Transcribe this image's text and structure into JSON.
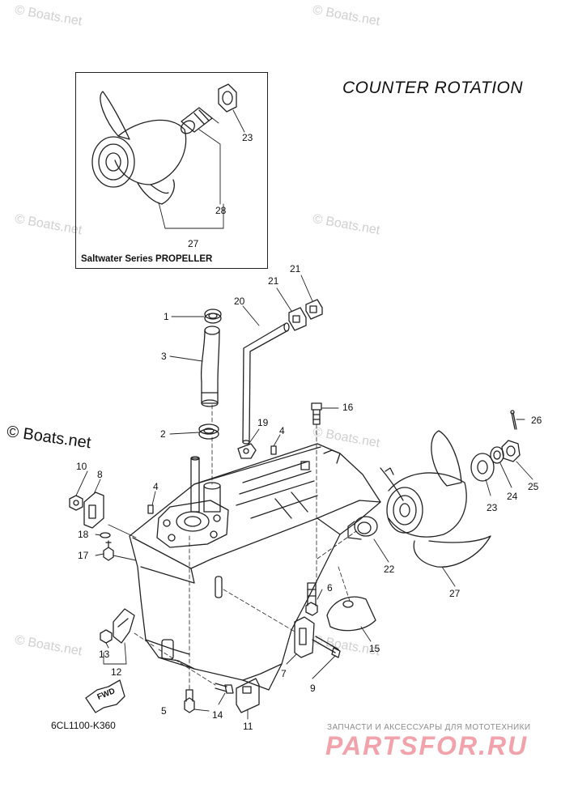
{
  "watermarks": [
    "© Boats.net",
    "© Boats.net",
    "© Boats.net",
    "© Boats.net",
    "© Boats.net",
    "© Boats.net",
    "© Boats.net",
    "© Boats.net"
  ],
  "watermark_main": "© Boats.net",
  "title": "COUNTER  ROTATION",
  "inset_caption": "Saltwater Series PROPELLER",
  "diagram_code": "6CL1100-K360",
  "fwd_label": "FWD",
  "brand_tagline": "ЗАПЧАСТИ И АКСЕССУАРЫ ДЛЯ МОТОТЕХНИКИ",
  "brand_name": "PARTSFOR.RU",
  "callouts": {
    "c1": "1",
    "c2": "2",
    "c3": "3",
    "c4a": "4",
    "c4b": "4",
    "c5": "5",
    "c6": "6",
    "c7": "7",
    "c8": "8",
    "c9": "9",
    "c10": "10",
    "c11": "11",
    "c12": "12",
    "c13": "13",
    "c14": "14",
    "c15": "15",
    "c16": "16",
    "c17": "17",
    "c18": "18",
    "c19": "19",
    "c20": "20",
    "c21a": "21",
    "c21b": "21",
    "c22": "22",
    "c23a": "23",
    "c23b": "23",
    "c24": "24",
    "c25": "25",
    "c26": "26",
    "c27a": "27",
    "c27b": "27",
    "c28": "28"
  }
}
